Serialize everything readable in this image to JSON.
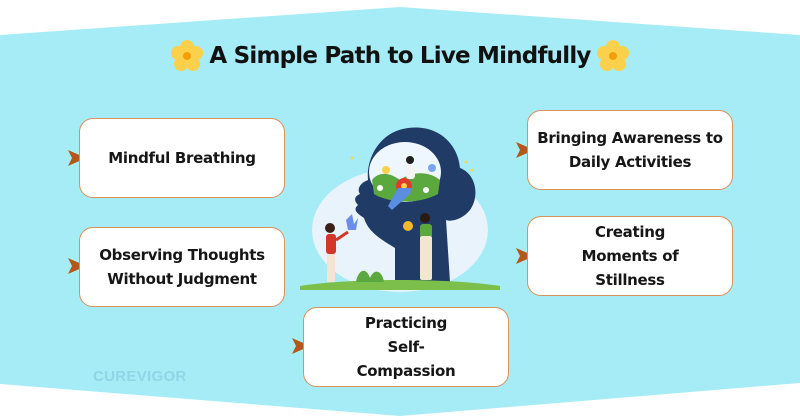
{
  "title": "A Simple Path to Live Mindfully",
  "colors": {
    "background_band": "#a6ecf6",
    "card_border": "#d9925a",
    "arrow": "#b5571c",
    "flower_petal": "#fbd14b",
    "flower_center": "#f59e0b",
    "head_silhouette": "#1f3b66",
    "watermark": "#8fd5e6"
  },
  "steps": [
    {
      "label": "Mindful Breathing",
      "position": "left-top"
    },
    {
      "label": "Observing Thoughts Without Judgment",
      "position": "left-middle"
    },
    {
      "label": "Practicing Self-Compassion",
      "position": "bottom-center"
    },
    {
      "label": "Bringing Awareness to Daily Activities",
      "position": "right-top"
    },
    {
      "label": "Creating Moments of Stillness",
      "position": "right-middle"
    }
  ],
  "illustration": {
    "description": "Head silhouette with person sitting among flowers inside; woman holding blue flower on left; man holding yellow flower on right"
  },
  "watermark": "CUREVIGOR"
}
